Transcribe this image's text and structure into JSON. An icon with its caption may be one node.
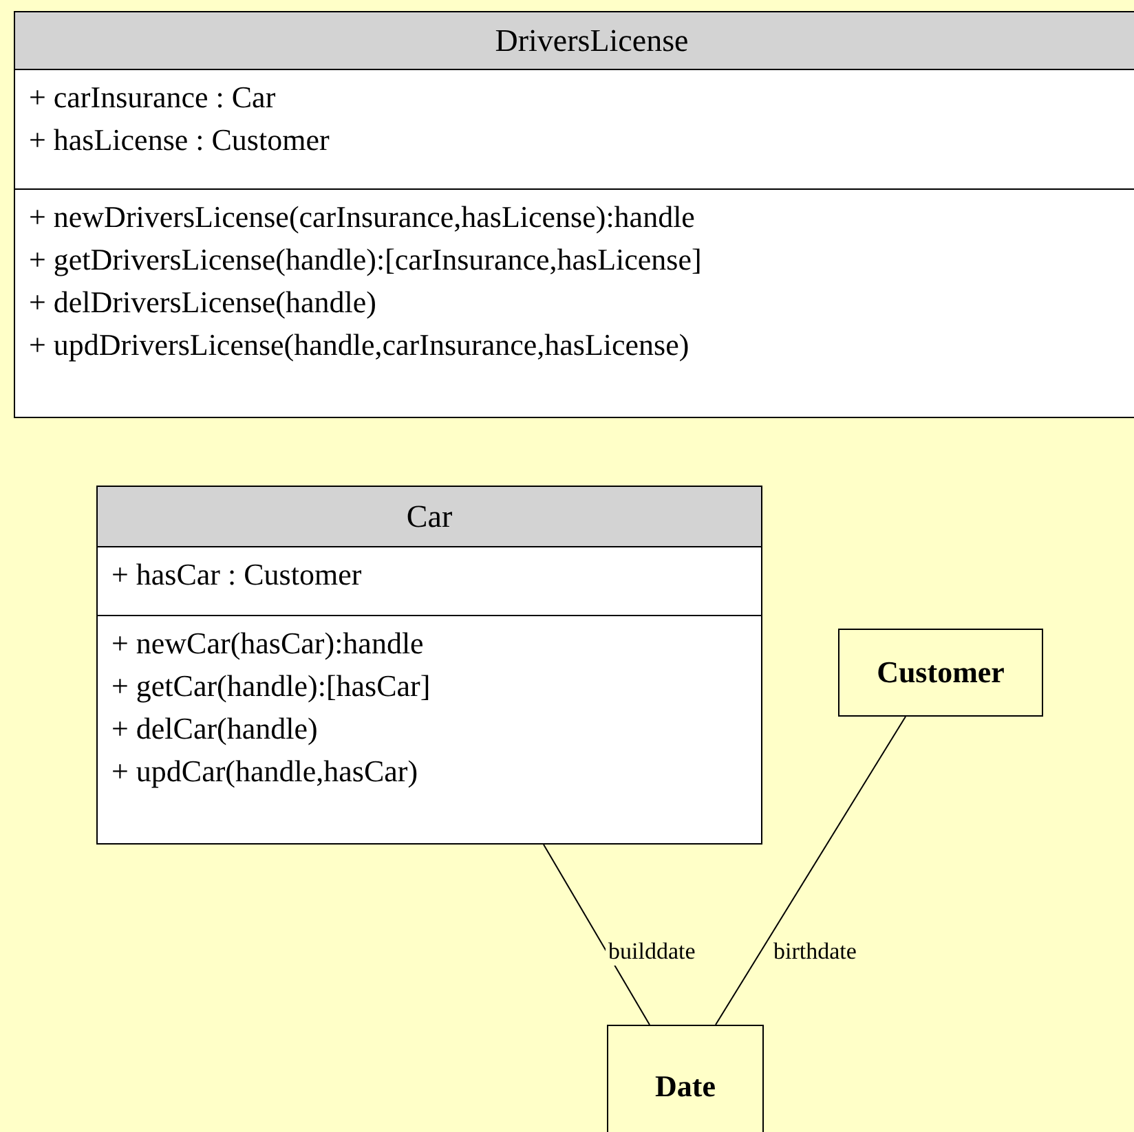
{
  "diagram": {
    "nodes": [
      {
        "text": [
          "DriversLicense"
        ]
      },
      {
        "text": [
          "+ carInsurance : Car",
          "+ hasLicense : Customer"
        ],
        "in": 0
      },
      {
        "text": [
          "+ newDriversLicense(carInsurance,hasLicense):handle",
          "+ getDriversLicense(handle):[carInsurance,hasLicense]",
          "+ delDriversLicense(handle)",
          "+ updDriversLicense(handle,carInsurance,hasLicense)"
        ],
        "in": 0
      },
      {
        "text": [
          "Car"
        ]
      },
      {
        "text": [
          "+ hasCar : Customer"
        ],
        "in": 3
      },
      {
        "text": [
          "+ newCar(hasCar):handle",
          "+ getCar(handle):[hasCar]",
          "+ delCar(handle)",
          "+ updCar(handle,hasCar)"
        ],
        "in": 3
      },
      {
        "text": [
          "Customer"
        ]
      },
      {
        "text": [
          "Date"
        ]
      }
    ],
    "edges": [
      {
        "from": 3,
        "to": 7,
        "arrow": "none",
        "label": "builddate"
      },
      {
        "from": 6,
        "to": 7,
        "arrow": "none",
        "label": "birthdate"
      }
    ]
  }
}
